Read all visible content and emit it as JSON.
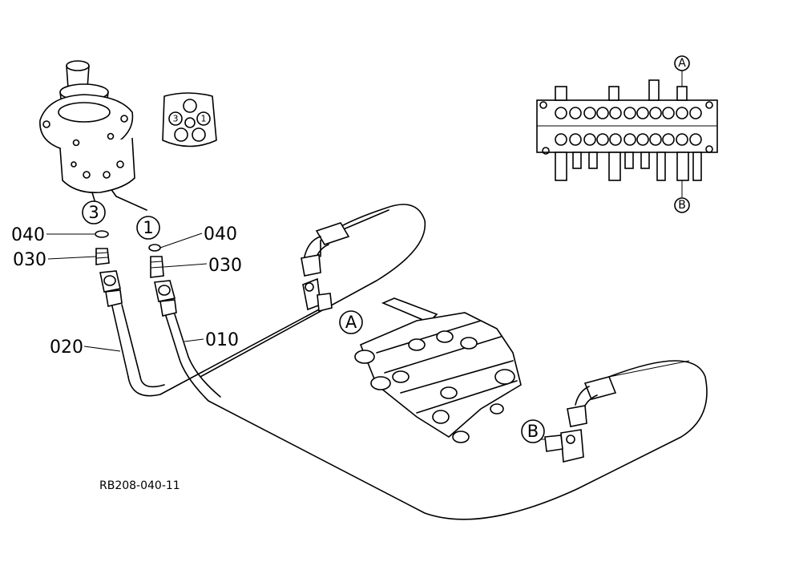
{
  "parts": {
    "p040_left": "040",
    "p030_left": "030",
    "p020": "020",
    "p040_right": "040",
    "p030_right": "030",
    "p010": "010"
  },
  "callouts": {
    "port3": "3",
    "port1": "1",
    "port_a": "A",
    "port_b": "B",
    "inset_a": "A",
    "inset_b": "B",
    "inset_port3": "3",
    "inset_port1": "1"
  },
  "reference": "RB208-040-11"
}
